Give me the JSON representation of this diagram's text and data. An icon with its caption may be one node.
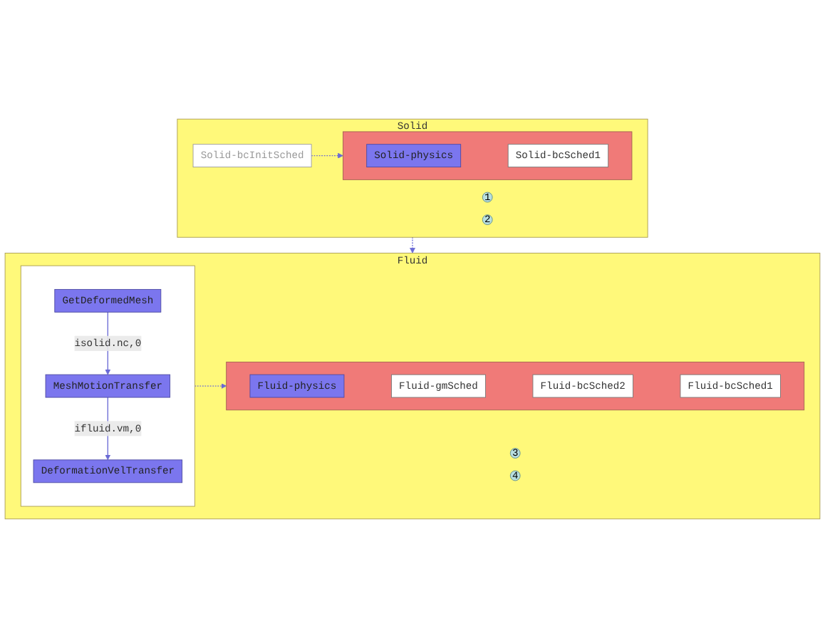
{
  "diagram": {
    "nodes": [
      {
        "text": [
          "Solid"
        ]
      },
      {
        "text": [
          "Solid-bcInitSched"
        ],
        "in": 0
      },
      {
        "text": [
          "1"
        ],
        "in": 0
      },
      {
        "text": [],
        "shape": "box",
        "in": 0
      },
      {
        "text": [
          "Solid-physics"
        ],
        "in": 3
      },
      {
        "text": [
          "Solid-bcSched1"
        ],
        "in": 3
      },
      {
        "text": [
          "2"
        ],
        "in": 0
      },
      {
        "text": [
          "Fluid"
        ]
      },
      {
        "text": [],
        "shape": "box",
        "in": 7
      },
      {
        "text": [
          "GetDeformedMesh"
        ],
        "in": 8
      },
      {
        "text": [
          "3"
        ],
        "in": 7
      },
      {
        "text": [
          "MeshMotionTransfer"
        ],
        "in": 8
      },
      {
        "text": [
          "DeformationVelTransfer"
        ],
        "in": 8
      },
      {
        "text": [
          "4"
        ],
        "in": 7
      },
      {
        "text": [],
        "shape": "box",
        "in": 7
      },
      {
        "text": [
          "Fluid-physics"
        ],
        "in": 14
      },
      {
        "text": [
          "Fluid-gmSched"
        ],
        "in": 14
      },
      {
        "text": [
          "Fluid-bcSched2"
        ],
        "in": 14
      },
      {
        "text": [
          "Fluid-bcSched1"
        ],
        "in": 14
      }
    ],
    "edges": [
      {
        "from": 1,
        "to": 3,
        "arrow": "to",
        "style": "dashed"
      },
      {
        "from": 0,
        "to": 7,
        "arrow": "to",
        "style": "dashed"
      },
      {
        "from": 9,
        "to": 11,
        "arrow": "to",
        "label": "isolid.nc,0"
      },
      {
        "from": 11,
        "to": 12,
        "arrow": "to",
        "label": "ifluid.vm,0"
      },
      {
        "from": 8,
        "to": 14,
        "arrow": "to",
        "style": "dashed"
      }
    ]
  }
}
